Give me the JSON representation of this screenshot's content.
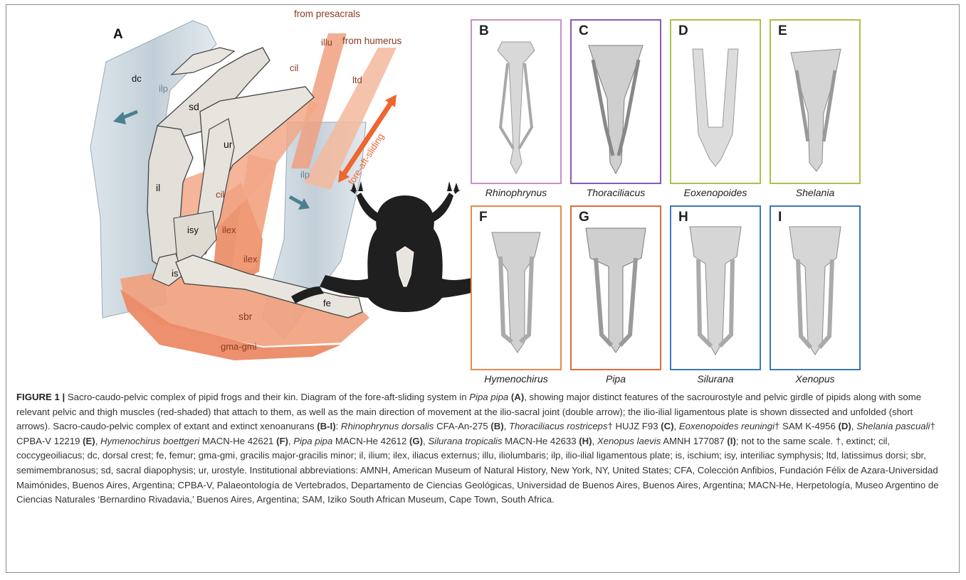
{
  "panel_a": {
    "letter": "A",
    "labels": {
      "from_presacrals": "from presacrals",
      "from_humerus": "from humerus",
      "illu": "illu",
      "cil_top": "cil",
      "ltd": "ltd",
      "dc": "dc",
      "ilp_left": "ilp",
      "sd": "sd",
      "ur": "ur",
      "ilp_right": "ilp",
      "il": "il",
      "cil_mid": "cil",
      "isy": "isy",
      "ilex_1": "ilex",
      "ilex_2": "ilex",
      "is": "is",
      "fe": "fe",
      "sbr": "sbr",
      "gma_gmi": "gma-gmi",
      "fore_aft": "fore-aft-sliding"
    }
  },
  "panels": [
    {
      "letter": "B",
      "name": "Rhinophrynus",
      "color": "#c890c4"
    },
    {
      "letter": "C",
      "name": "Thoraciliacus",
      "color": "#8a5bb0"
    },
    {
      "letter": "D",
      "name": "Eoxenopoides",
      "color": "#a9c24a"
    },
    {
      "letter": "E",
      "name": "Shelania",
      "color": "#a9c24a"
    },
    {
      "letter": "F",
      "name": "Hymenochirus",
      "color": "#e8894a"
    },
    {
      "letter": "G",
      "name": "Pipa",
      "color": "#e06a3f"
    },
    {
      "letter": "H",
      "name": "Silurana",
      "color": "#3a78b8"
    },
    {
      "letter": "I",
      "name": "Xenopus",
      "color": "#3a78b8"
    }
  ],
  "colors": {
    "muscle": "#f0a080",
    "bone": "#e3e0d9",
    "plate": "#c6d2da",
    "arrow": "#ee6630",
    "teal_arrow": "#4a8090"
  },
  "caption": {
    "label": "FIGURE 1 |",
    "s01": " Sacro-caudo-pelvic complex of pipid frogs and their kin. Diagram of the fore-aft-sliding system in ",
    "s02": "Pipa pipa",
    "s03": " (A)",
    "s04": ", showing major distinct features of the sacrourostyle and pelvic girdle of pipids along with some relevant pelvic and thigh muscles (red-shaded) that attach to them, as well as the main direction of movement at the ilio-sacral joint (double arrow); the ilio-ilial ligamentous plate is shown dissected and unfolded (short arrows). Sacro-caudo-pelvic complex of extant and extinct xenoanurans ",
    "s05": "(B-I)",
    "s06": ": ",
    "s07": "Rhinophrynus dorsalis",
    "s08": " CFA-An-275 ",
    "s09": "(B)",
    "s10": ", ",
    "s11": "Thoraciliacus rostriceps",
    "s12": "† HUJZ F93 ",
    "s13": "(C)",
    "s14": ", ",
    "s15": "Eoxenopoides reuningi",
    "s16": "† SAM K-4956 ",
    "s17": "(D)",
    "s18": ", ",
    "s19": "Shelania pascuali",
    "s20": "† CPBA-V 12219 ",
    "s21": "(E)",
    "s22": ", ",
    "s23": "Hymenochirus boettgeri",
    "s24": " MACN-He 42621 ",
    "s25": "(F)",
    "s26": ", ",
    "s27": "Pipa pipa",
    "s28": " MACN-He 42612 ",
    "s29": "(G)",
    "s30": ", ",
    "s31": "Silurana tropicalis",
    "s32": " MACN-He 42633 ",
    "s33": "(H)",
    "s34": ", ",
    "s35": "Xenopus laevis",
    "s36": " AMNH 177087 ",
    "s37": "(I)",
    "s38": "; not to the same scale. †, extinct; cil, coccygeoiliacus; dc, dorsal crest; fe, femur; gma-gmi, gracilis major-gracilis minor; il, ilium; ilex, iliacus externus; illu, iliolumbaris; ilp, ilio-ilial ligamentous plate; is, ischium; isy, interiliac symphysis; ltd, latissimus dorsi; sbr, semimembranosus; sd, sacral diapophysis; ur, urostyle. Institutional abbreviations: AMNH, American Museum of Natural History, New York, NY, United States; CFA, Colección Anfibios, Fundación Félix de Azara-Universidad Maimónides, Buenos Aires, Argentina; CPBA-V, Palaeontología de Vertebrados, Departamento de Ciencias Geológicas, Universidad de Buenos Aires, Buenos Aires, Argentina; MACN-He, Herpetología, Museo Argentino de Ciencias Naturales ‘Bernardino Rivadavia,’ Buenos Aires, Argentina; SAM, Iziko South African Museum, Cape Town, South Africa."
  }
}
